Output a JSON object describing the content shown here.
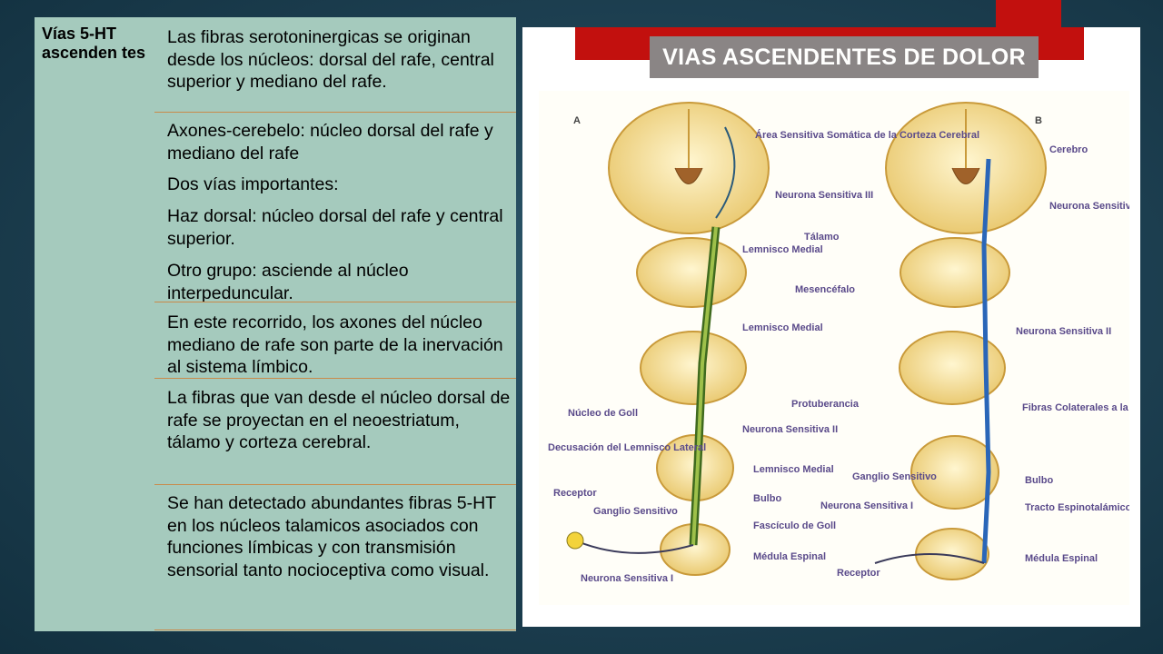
{
  "table": {
    "heading": "Vías 5-HT ascenden tes",
    "rows": [
      "Las fibras serotoninergicas se originan desde los núcleos: dorsal del rafe, central superior y mediano del rafe.",
      "Axones-cerebelo: núcleo dorsal del rafe y mediano del rafe",
      "Dos vías importantes:",
      "Haz dorsal: núcleo dorsal del rafe y central superior.",
      "Otro grupo: asciende al núcleo interpeduncular.",
      "En este recorrido, los axones del núcleo mediano de rafe son parte de la inervación al sistema límbico.",
      "La fibras que van desde el núcleo dorsal de rafe se proyectan en el neoestriatum, tálamo y corteza cerebral.",
      "Se han detectado abundantes fibras 5-HT en los núcleos talamicos asociados con funciones límbicas y con transmisión sensorial tanto nocioceptiva como visual."
    ]
  },
  "figure": {
    "title": "VIAS ASCENDENTES DE DOLOR",
    "panel_a": "A",
    "panel_b": "B",
    "labels": {
      "area": "Área Sensitiva Somática de la Corteza Cerebral",
      "cerebro": "Cerebro",
      "neurona3_a": "Neurona Sensitiva III",
      "neurona3_b": "Neurona Sensitiva III",
      "talamo": "Tálamo",
      "lemnisco1": "Lemnisco Medial",
      "mesencefalo": "Mesencéfalo",
      "lemnisco2": "Lemnisco Medial",
      "neurona2_b": "Neurona Sensitiva II",
      "protuberancia": "Protuberancia",
      "fibras": "Fibras Colaterales a la Formación Reticular",
      "goll": "Núcleo de Goll",
      "neurona2_a": "Neurona Sensitiva II",
      "decusacion": "Decusación del Lemnisco Lateral",
      "lemnisco3": "Lemnisco Medial",
      "ganglio_b": "Ganglio Sensitivo",
      "bulbo_b": "Bulbo",
      "receptor_a": "Receptor",
      "bulbo_a": "Bulbo",
      "ganglio_a": "Ganglio Sensitivo",
      "neurona1_b": "Neurona Sensitiva I",
      "tracto": "Tracto Espinotalámico Lateral",
      "fasciculo": "Fascículo de Goll",
      "medula_a": "Médula Espinal",
      "receptor_b": "Receptor",
      "medula_b": "Médula Espinal",
      "neurona1_a": "Neurona Sensitiva I"
    }
  }
}
